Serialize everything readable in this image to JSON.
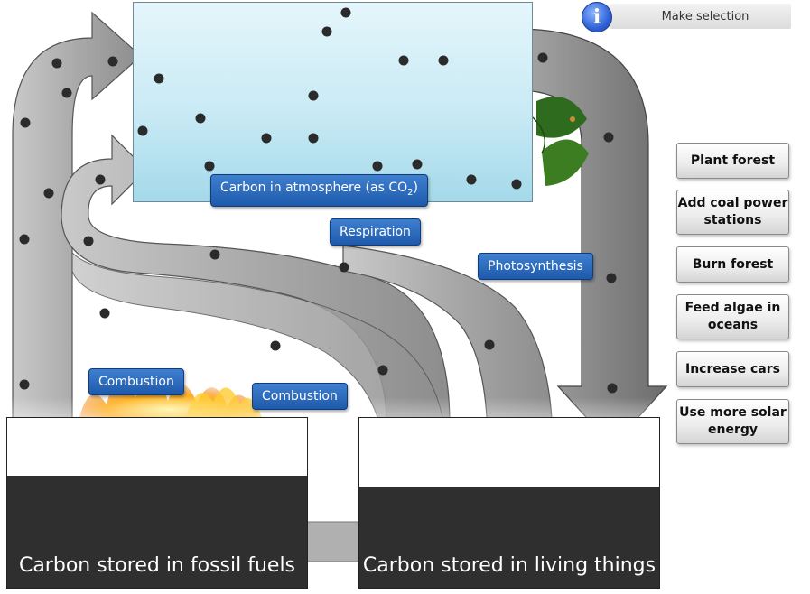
{
  "header": {
    "info_icon": "i",
    "selection_label": "Make selection"
  },
  "stores": {
    "fossil_fuels": "Carbon stored in fossil fuels",
    "living_things": "Carbon stored in living things"
  },
  "labels": {
    "atmosphere_main": "Carbon in atmosphere (as CO",
    "atmosphere_sub": "2",
    "atmosphere_end": ")",
    "respiration": "Respiration",
    "photosynthesis": "Photosynthesis",
    "combustion_left": "Combustion",
    "combustion_right": "Combustion"
  },
  "buttons": {
    "plant_forest": "Plant forest",
    "add_coal": "Add coal power stations",
    "burn_forest": "Burn forest",
    "feed_algae": "Feed algae in oceans",
    "increase_cars": "Increase cars",
    "use_solar": "Use more solar energy"
  },
  "colors": {
    "callout_blue": "#1e5aab",
    "store_dark": "#2f2f2f",
    "atmosphere_blue": "#c9eaf5"
  }
}
